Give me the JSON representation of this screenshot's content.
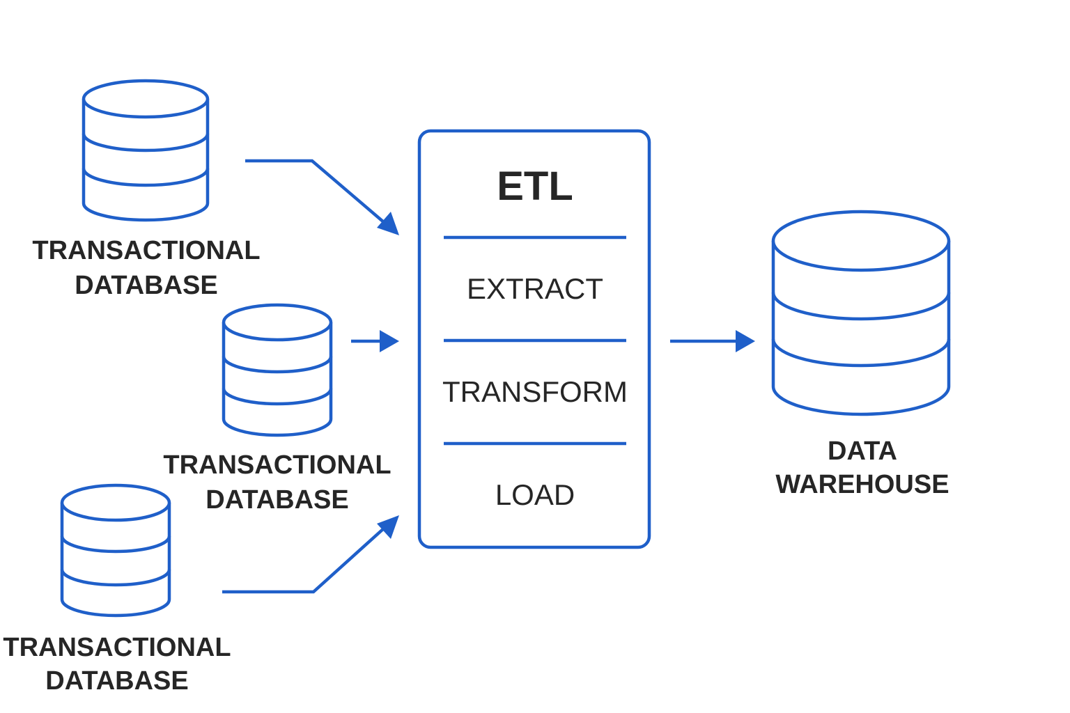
{
  "colors": {
    "accent": "#1f5fc9",
    "text": "#262626",
    "background": "#ffffff"
  },
  "sources": [
    {
      "icon": "database-icon",
      "line1": "TRANSACTIONAL",
      "line2": "DATABASE"
    },
    {
      "icon": "database-icon",
      "line1": "TRANSACTIONAL",
      "line2": "DATABASE"
    },
    {
      "icon": "database-icon",
      "line1": "TRANSACTIONAL",
      "line2": "DATABASE"
    }
  ],
  "etl": {
    "title": "ETL",
    "steps": [
      "EXTRACT",
      "TRANSFORM",
      "LOAD"
    ]
  },
  "target": {
    "icon": "database-icon",
    "line1": "DATA",
    "line2": "WAREHOUSE"
  }
}
